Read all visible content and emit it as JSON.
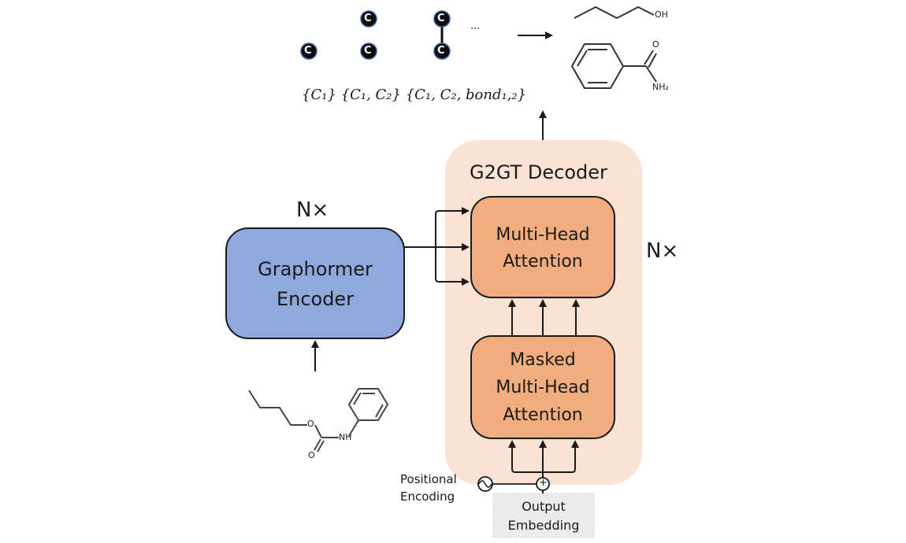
{
  "diagram": {
    "title": "G2GT architecture diagram",
    "colors": {
      "encoder_fill": "#8fa9dc",
      "decoder_bg": "#fae3d5",
      "block_fill": "#f2ad7f",
      "embedding_fill": "#ebebeb",
      "stroke": "#1a1a1a",
      "atom_fill": "#0d0d0d",
      "atom_ring": "#3a5fa8"
    },
    "generation_sequence": {
      "atom_label": "C",
      "ellipsis": "···",
      "steps": [
        "{C₁}",
        "{C₁, C₂}",
        "{C₁, C₂, bond₁,₂}"
      ]
    },
    "output_molecules": {
      "butanol_label": "OH",
      "benzamide_o_label": "O",
      "benzamide_nh2_label": "NH₂"
    },
    "input_molecule": {
      "o_label": "O",
      "carbonyl_o_label": "O",
      "nh_label": "NH"
    },
    "encoder": {
      "repeat_label": "N×",
      "line1": "Graphormer",
      "line2": "Encoder"
    },
    "decoder": {
      "title": "G2GT Decoder",
      "repeat_label": "N×",
      "mha_line1": "Multi-Head",
      "mha_line2": "Attention",
      "masked_line1": "Masked",
      "masked_line2": "Multi-Head",
      "masked_line3": "Attention"
    },
    "positional_encoding": {
      "line1": "Positional",
      "line2": "Encoding",
      "plus_symbol": "+"
    },
    "output_embedding": {
      "line1": "Output",
      "line2": "Embedding"
    }
  }
}
